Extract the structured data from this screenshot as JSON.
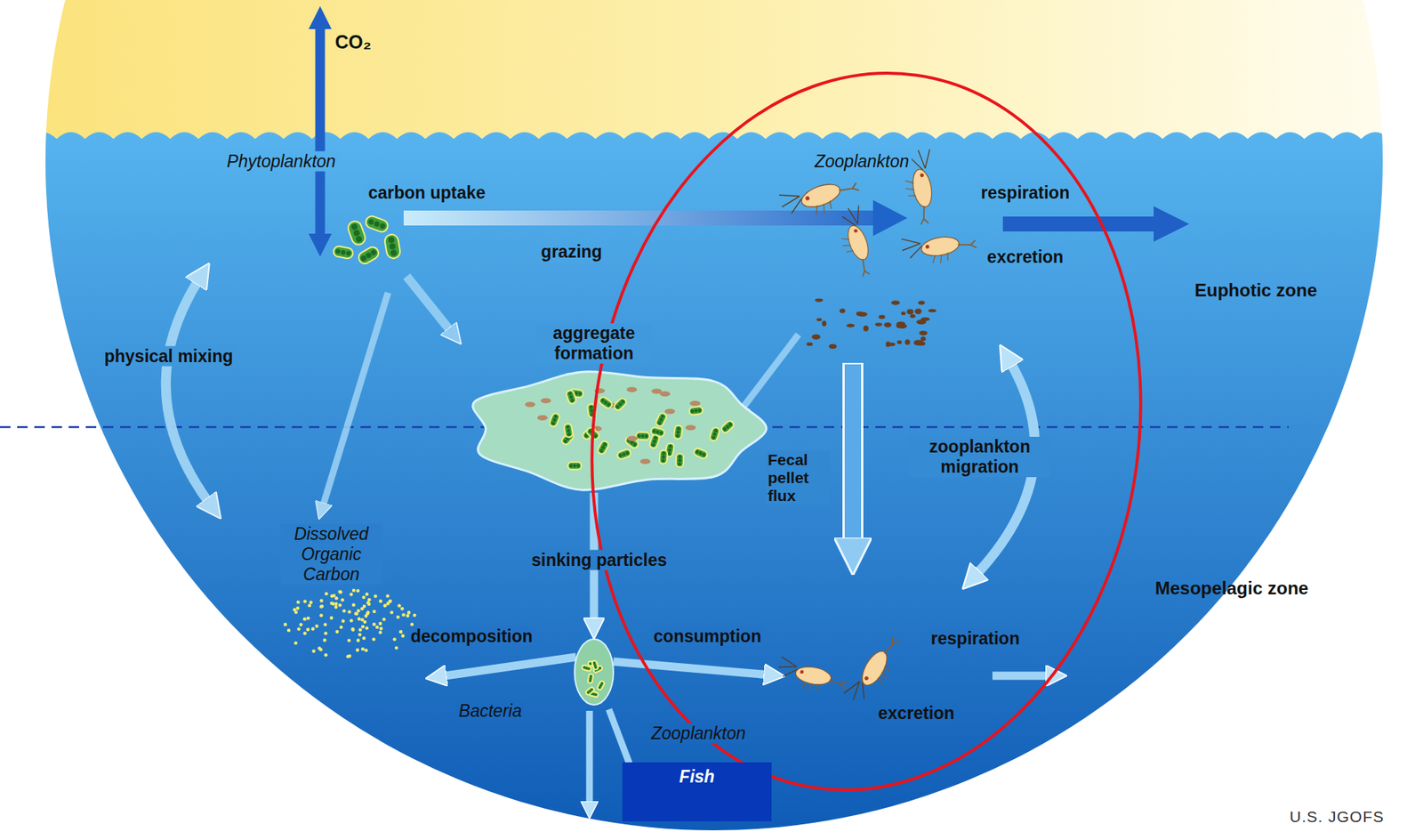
{
  "diagram": {
    "nodes": [
      {
        "text": [
          "Fish"
        ]
      }
    ],
    "labels": [
      "CO₂",
      "Phytoplankton",
      "carbon uptake",
      "Zooplankton",
      "respiration",
      "grazing",
      "excretion",
      "Euphotic zone",
      "physical mixing",
      "aggregate formation",
      "Fecal pellet flux",
      "zooplankton migration",
      "Dissolved Organic Carbon",
      "sinking particles",
      "Mesopelagic zone",
      "decomposition",
      "consumption",
      "respiration",
      "excretion",
      "Bacteria",
      "Zooplankton",
      "U.S. JGOFS"
    ]
  }
}
